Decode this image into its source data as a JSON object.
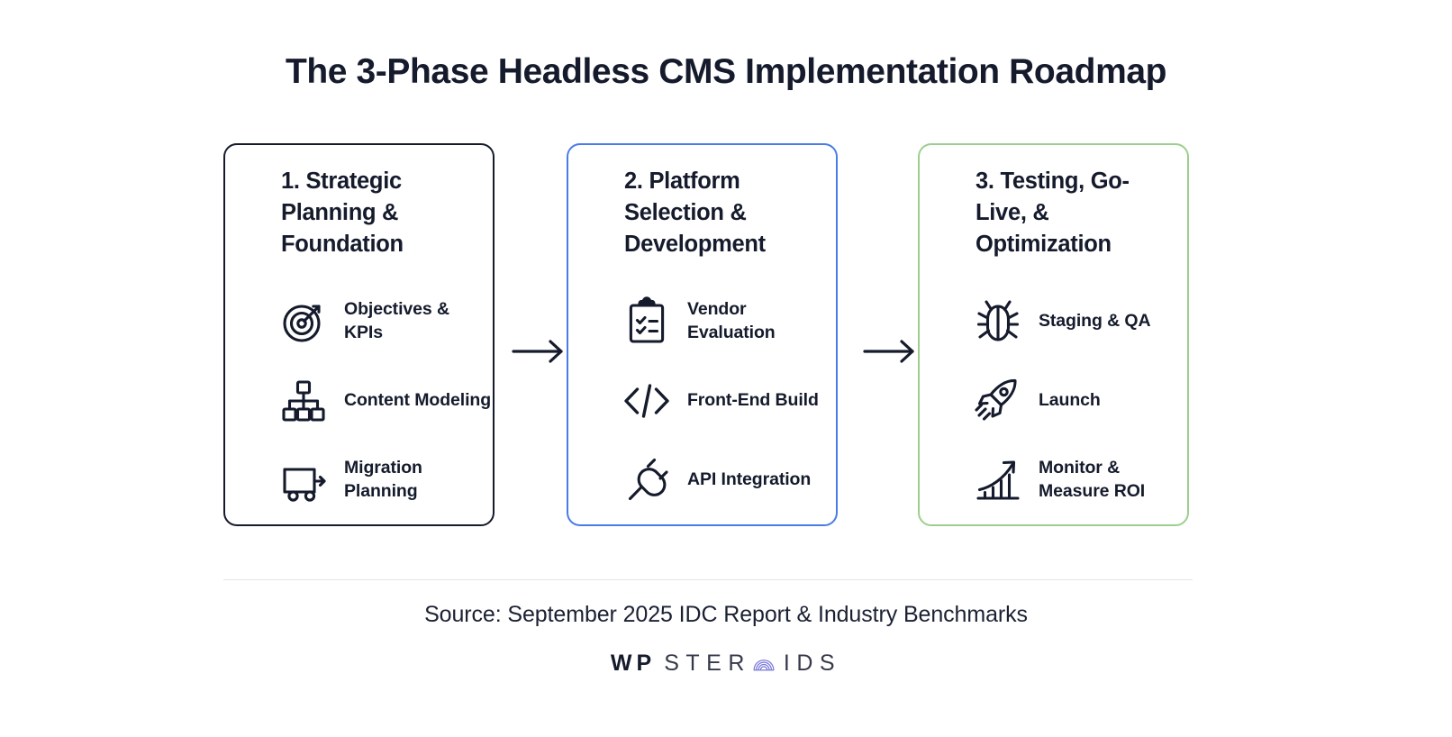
{
  "page": {
    "title": "The 3-Phase Headless CMS Implementation Roadmap",
    "background_color": "#ffffff",
    "text_color": "#151b2c"
  },
  "phases": [
    {
      "id": "phase-1",
      "title": "1. Strategic Planning & Foundation",
      "border_color": "#151b2c",
      "items": [
        {
          "icon": "target-icon",
          "label": "Objectives & KPIs"
        },
        {
          "icon": "hierarchy-icon",
          "label": "Content Modeling"
        },
        {
          "icon": "truck-icon",
          "label": "Migration Planning"
        }
      ]
    },
    {
      "id": "phase-2",
      "title": "2. Platform Selection & Development",
      "border_color": "#4a7ce8",
      "items": [
        {
          "icon": "clipboard-check-icon",
          "label": "Vendor Evaluation"
        },
        {
          "icon": "code-brackets-icon",
          "label": "Front-End Build"
        },
        {
          "icon": "plug-icon",
          "label": "API Integration"
        }
      ]
    },
    {
      "id": "phase-3",
      "title": "3. Testing, Go-Live, & Optimization",
      "border_color": "#9ccf8d",
      "items": [
        {
          "icon": "bug-icon",
          "label": "Staging & QA"
        },
        {
          "icon": "rocket-icon",
          "label": "Launch"
        },
        {
          "icon": "growth-chart-icon",
          "label": "Monitor & Measure ROI"
        }
      ]
    }
  ],
  "connectors": [
    {
      "icon": "arrow-right-icon",
      "from": "phase-1",
      "to": "phase-2"
    },
    {
      "icon": "arrow-right-icon",
      "from": "phase-2",
      "to": "phase-3"
    }
  ],
  "footer": {
    "source": "Source: September 2025 IDC Report & Industry Benchmarks",
    "divider_color": "#e4e4e6",
    "logo": {
      "part_bold": "WP",
      "part_mid": "STER",
      "mark_icon": "concentric-arc-mark",
      "mark_color": "#7b78d8",
      "part_end": "IDS"
    }
  }
}
